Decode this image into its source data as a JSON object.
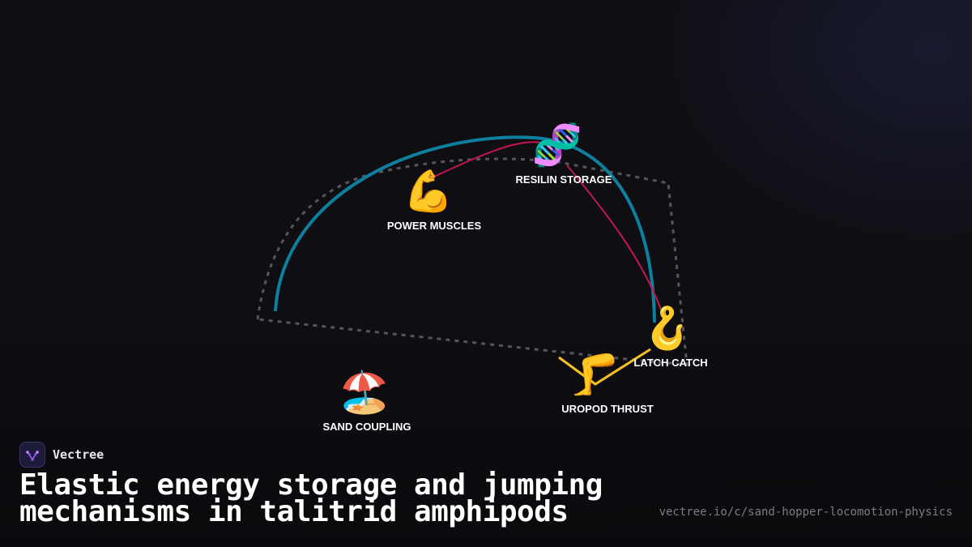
{
  "brand": {
    "name": "Vectree",
    "logo_icon": "v-network-logo-icon",
    "logo_color": "#9b5cf6"
  },
  "title": "Elastic energy storage and jumping mechanisms in talitrid amphipods",
  "url": "vectree.io/c/sand-hopper-locomotion-physics",
  "diagram": {
    "nodes": [
      {
        "id": "resilin",
        "emoji": "🧬",
        "icon": "dna-icon",
        "label": "RESILIN STORAGE"
      },
      {
        "id": "muscles",
        "emoji": "💪",
        "icon": "flexed-biceps-icon",
        "label": "POWER MUSCLES"
      },
      {
        "id": "latch",
        "emoji": "🪝",
        "icon": "hook-icon",
        "label": "LATCH CATCH"
      },
      {
        "id": "uropod",
        "emoji": "🦵",
        "icon": "leg-icon",
        "label": "UROPOD THRUST"
      },
      {
        "id": "sand",
        "emoji": "🏖️",
        "icon": "beach-umbrella-icon",
        "label": "SAND COUPLING"
      }
    ],
    "colors": {
      "arc": "#0e7f9e",
      "links": "#c0174c",
      "thrust": "#f5c024",
      "outline": "#55555c"
    }
  }
}
